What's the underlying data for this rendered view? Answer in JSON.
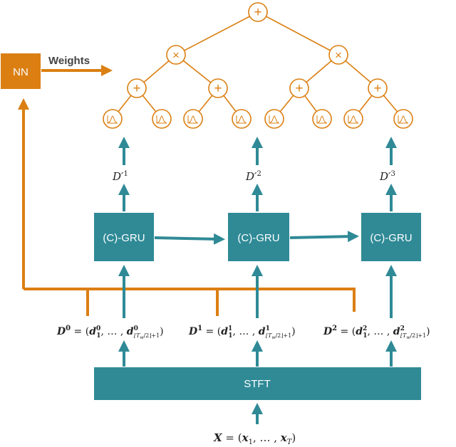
{
  "colors": {
    "teal": "#2f8a96",
    "orange": "#db7f12",
    "text": "#222222",
    "white": "#ffffff"
  },
  "nn": {
    "label": "NN",
    "weights_label": "Weights"
  },
  "gru_label": "(C)-GRU",
  "stft_label": "STFT",
  "outputs": [
    {
      "base": "D",
      "prime": "′",
      "sup": "1"
    },
    {
      "base": "D",
      "prime": "′",
      "sup": "2"
    },
    {
      "base": "D",
      "prime": "′",
      "sup": "3"
    }
  ],
  "inputs": [
    {
      "base": "D",
      "sup": "0",
      "eq": " = (",
      "d1": "d",
      "d1_sub": "1",
      "d1_sup": "0",
      "dots": ", … , ",
      "dn": "d",
      "dn_sub": "⌊T",
      "dn_sub_w": "w",
      "dn_sub_tail": "/2⌋+1",
      "dn_sup": "0",
      "close": ")"
    },
    {
      "base": "D",
      "sup": "1",
      "eq": " = (",
      "d1": "d",
      "d1_sub": "1",
      "d1_sup": "1",
      "dots": ", … , ",
      "dn": "d",
      "dn_sub": "⌊T",
      "dn_sub_w": "w",
      "dn_sub_tail": "/2⌋+1",
      "dn_sup": "1",
      "close": ")"
    },
    {
      "base": "D",
      "sup": "2",
      "eq": " = (",
      "d1": "d",
      "d1_sub": "1",
      "d1_sup": "2",
      "dots": ", … , ",
      "dn": "d",
      "dn_sub": "⌊T",
      "dn_sub_w": "w",
      "dn_sub_tail": "/2⌋+1",
      "dn_sup": "2",
      "close": ")"
    }
  ],
  "x_eq": {
    "X": "X",
    "eq": " = (",
    "x1": "x",
    "x1_sub": "1",
    "dots": ", … , ",
    "xT": "x",
    "xT_sub": "T",
    "close": ")"
  },
  "tree": {
    "root_op": "+",
    "mul_op": "×",
    "add_op": "+"
  }
}
